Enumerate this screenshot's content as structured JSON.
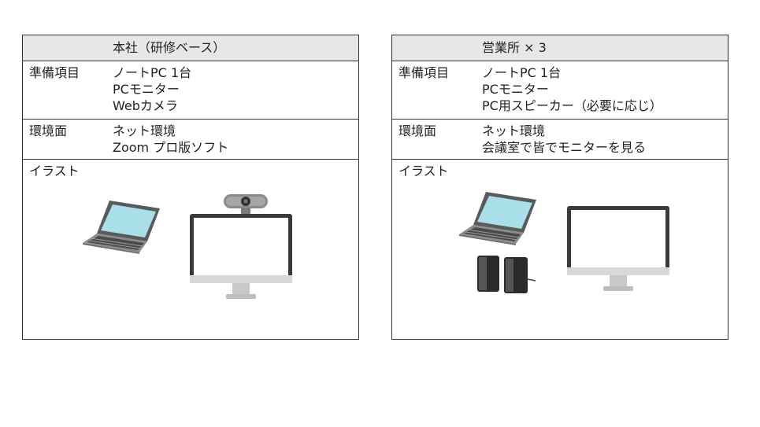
{
  "left": {
    "header": "本社（研修ベース）",
    "row1": {
      "label": "準備項目",
      "items": [
        "ノートPC 1台",
        "PCモニター",
        "Webカメラ"
      ]
    },
    "row2": {
      "label": "環境面",
      "items": [
        "ネット環境",
        "Zoom プロ版ソフト"
      ]
    },
    "row3": {
      "label": "イラスト"
    }
  },
  "right": {
    "header": "営業所 × 3",
    "row1": {
      "label": "準備項目",
      "items": [
        "ノートPC 1台",
        "PCモニター",
        "PC用スピーカー（必要に応じ）"
      ]
    },
    "row2": {
      "label": "環境面",
      "items": [
        "ネット環境",
        "会議室で皆でモニターを見る"
      ]
    },
    "row3": {
      "label": "イラスト"
    }
  },
  "icons": [
    "laptop-icon",
    "webcam-icon",
    "monitor-icon",
    "speakers-icon"
  ],
  "colors": {
    "header_bg": "#e7e7e7",
    "screen": "#a8dfe8",
    "monitor_frame": "#3a3a3a"
  }
}
